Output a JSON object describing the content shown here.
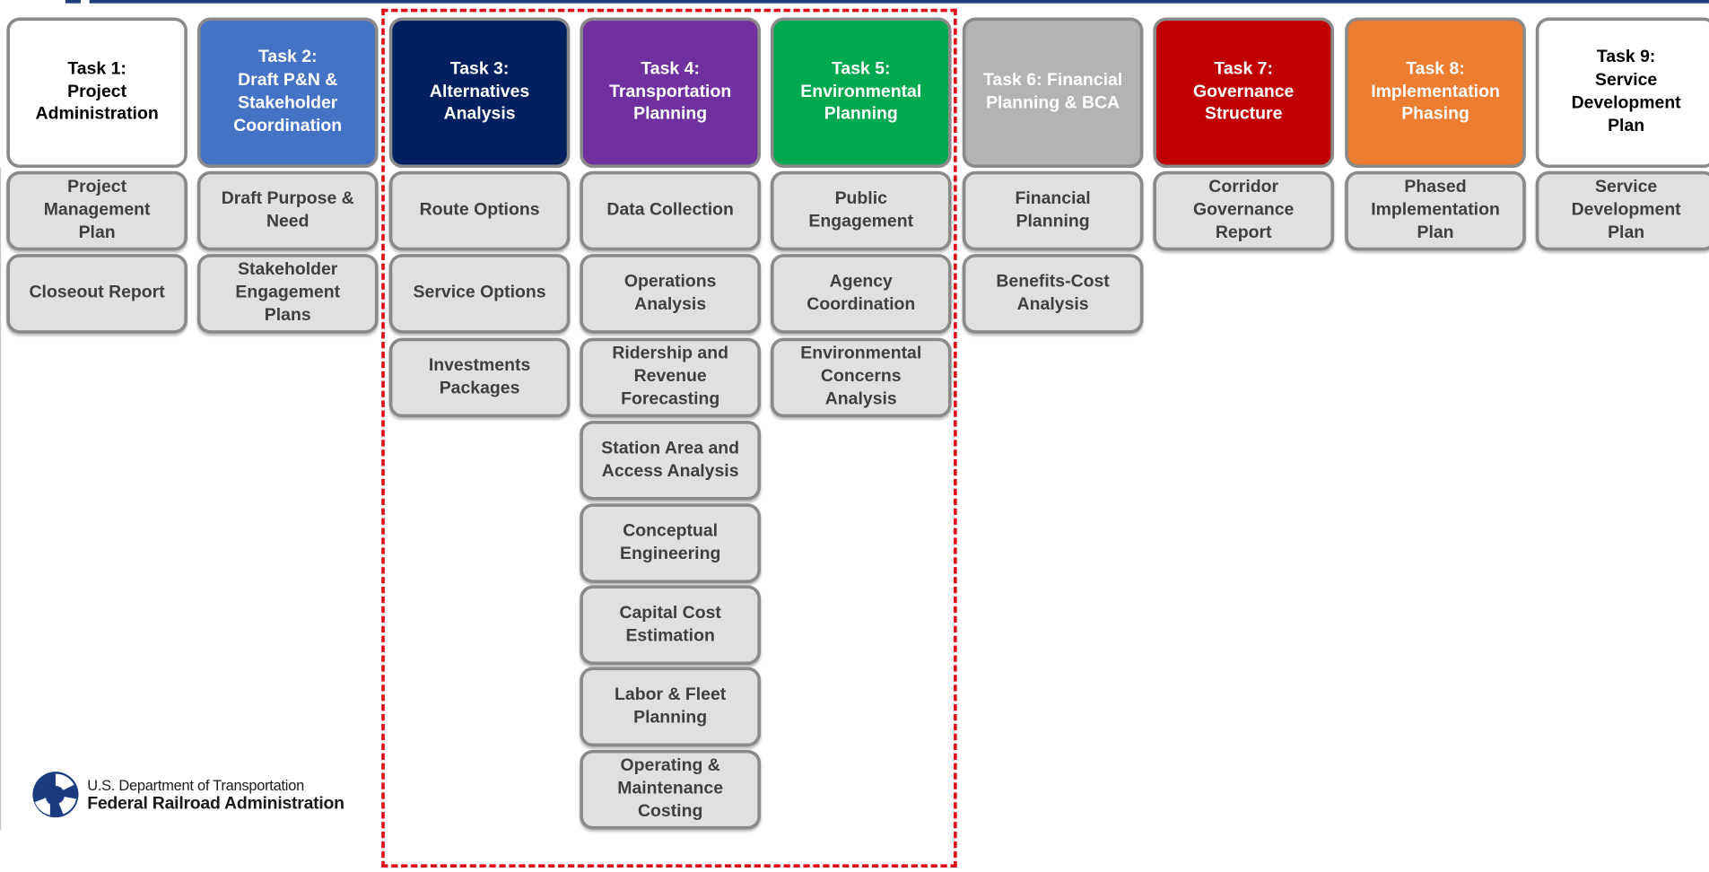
{
  "tasks": [
    {
      "title": "Task 1:\nProject\nAdministration",
      "color": "#ffffff",
      "text_color": "#000000",
      "items": [
        "Project\nManagement\nPlan",
        "Closeout Report"
      ]
    },
    {
      "title": "Task 2:\nDraft P&N &\nStakeholder\nCoordination",
      "color": "#4472c4",
      "text_color": "#ffffff",
      "items": [
        "Draft Purpose &\nNeed",
        "Stakeholder\nEngagement\nPlans"
      ]
    },
    {
      "title": "Task 3:\nAlternatives\nAnalysis",
      "color": "#002060",
      "text_color": "#ffffff",
      "items": [
        "Route Options",
        "Service Options",
        "Investments\nPackages"
      ]
    },
    {
      "title": "Task 4:\nTransportation\nPlanning",
      "color": "#7030a0",
      "text_color": "#ffffff",
      "items": [
        "Data Collection",
        "Operations\nAnalysis",
        "Ridership and\nRevenue\nForecasting",
        "Station Area and\nAccess Analysis",
        "Conceptual\nEngineering",
        "Capital Cost\nEstimation",
        "Labor & Fleet\nPlanning",
        "Operating &\nMaintenance\nCosting"
      ]
    },
    {
      "title": "Task 5:\nEnvironmental\nPlanning",
      "color": "#00a84f",
      "text_color": "#ffffff",
      "items": [
        "Public\nEngagement",
        "Agency\nCoordination",
        "Environmental\nConcerns\nAnalysis"
      ]
    },
    {
      "title": "Task 6: Financial\nPlanning & BCA",
      "color": "#b3b3b3",
      "text_color": "#ffffff",
      "items": [
        "Financial\nPlanning",
        "Benefits-Cost\nAnalysis"
      ]
    },
    {
      "title": "Task 7:\nGovernance\nStructure",
      "color": "#c00000",
      "text_color": "#ffffff",
      "items": [
        "Corridor\nGovernance\nReport"
      ]
    },
    {
      "title": "Task 8:\nImplementation\nPhasing",
      "color": "#ed7d31",
      "text_color": "#ffffff",
      "items": [
        "Phased\nImplementation\nPlan"
      ]
    },
    {
      "title": "Task 9:\nService\nDevelopment\nPlan",
      "color": "#ffffff",
      "text_color": "#000000",
      "items": [
        "Service\nDevelopment\nPlan"
      ]
    }
  ],
  "highlight_color": "#e0101a",
  "logo": {
    "line1": "U.S. Department of Transportation",
    "line2": "Federal Railroad Administration",
    "icon": "dot-logo-icon"
  }
}
